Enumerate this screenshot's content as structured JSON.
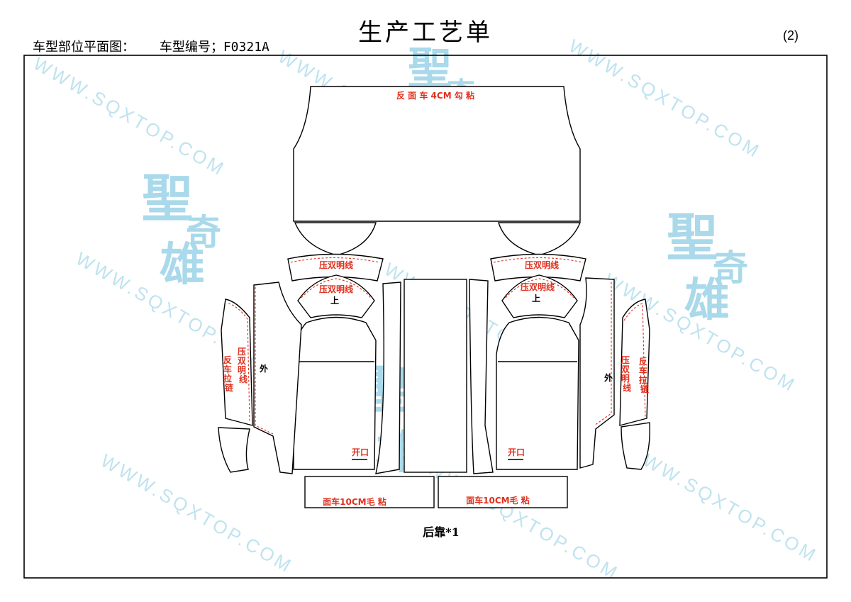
{
  "header": {
    "title": "生产工艺单",
    "page_number": "(2)",
    "plan_label": "车型部位平面图：",
    "model_label": "车型编号；F0321A"
  },
  "labels": {
    "top_panel": "反 面 车 4CM 勾 粘",
    "double_line_upper_l": "压双明线",
    "double_line_lower_l": "压双明线",
    "double_line_upper_r": "压双明线",
    "double_line_lower_r": "压双明线",
    "up_l": "上",
    "up_r": "上",
    "outer_l": "外",
    "outer_r": "外",
    "side_double_l": "压双明线",
    "side_double_r": "压双明线",
    "reverse_zip_l": "反车拉链",
    "reverse_zip_r": "反车拉链",
    "opening_l": "开口",
    "opening_r": "开口",
    "strip_l": "面车10CM毛 粘",
    "strip_r": "面车10CM毛 粘",
    "caption": "后靠*1"
  },
  "watermark": {
    "url": "WWW.SQXTOP.COM",
    "logo_main": "聖",
    "logo_second": "奇",
    "logo_third": "雄"
  },
  "colors": {
    "stitch": "#e0301e",
    "watermark": "#bfe3ef",
    "outline": "#000000"
  }
}
